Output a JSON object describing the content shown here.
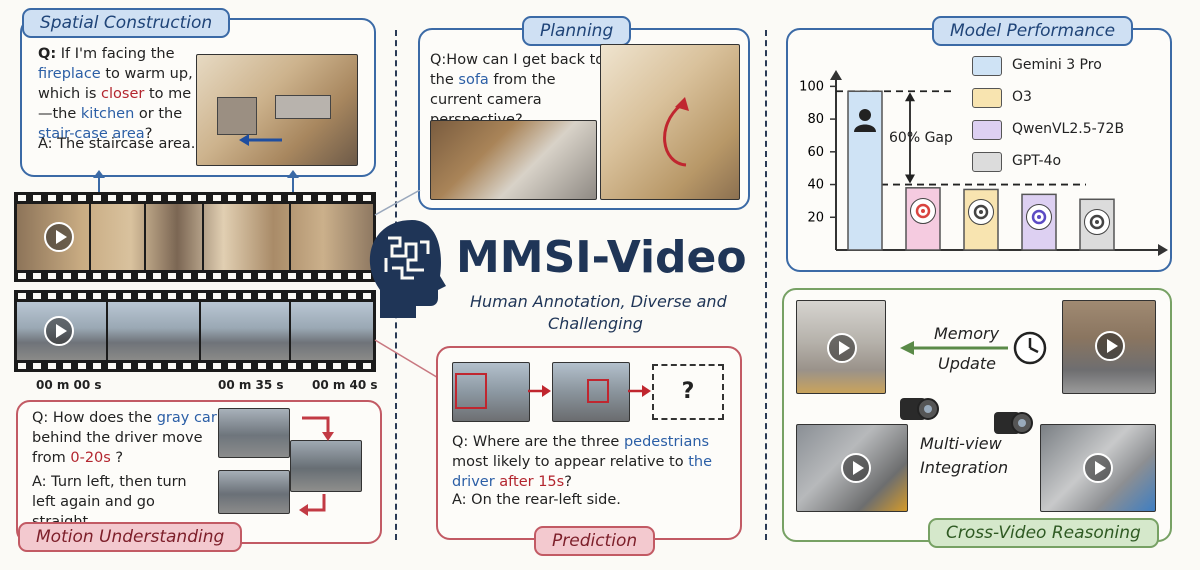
{
  "title": "MMSI-Video",
  "subtitle_line1": "Human Annotation, Diverse and",
  "subtitle_line2": "Challenging",
  "spatial": {
    "label": "Spatial Construction",
    "q_prefix": "Q:",
    "q_parts": [
      "If I'm facing the ",
      "fireplace",
      " to warm up, which is ",
      "closer",
      " to me—the ",
      "kitchen",
      " or the ",
      "stair-case area",
      "?"
    ],
    "a": "A: The staircase area."
  },
  "planning": {
    "label": "Planning",
    "q_parts": [
      "Q:How can I get back to the ",
      "sofa",
      " from the current camera perspective?"
    ]
  },
  "timestamps": [
    "00 m 00 s",
    "00 m 35 s",
    "00 m 40 s"
  ],
  "motion": {
    "label": "Motion Understanding",
    "q_parts": [
      "Q: How does the ",
      "gray car",
      " behind the driver move from ",
      "0-20s",
      " ?"
    ],
    "a": "A: Turn left, then turn left again and go straight."
  },
  "prediction": {
    "label": "Prediction",
    "unknown": "?",
    "q_parts": [
      "Q: Where are the three ",
      "pedestrians",
      " most likely to appear relative to ",
      "the driver",
      " ",
      "after 15s",
      "?"
    ],
    "a": "A: On the rear-left side."
  },
  "performance": {
    "label": "Model Performance",
    "gap_label": "60% Gap",
    "legend": [
      {
        "name": "Gemini 3 Pro",
        "color": "#cfe3f5"
      },
      {
        "name": "O3",
        "color": "#f8e4b0"
      },
      {
        "name": "QwenVL2.5-72B",
        "color": "#ddd0f2"
      },
      {
        "name": "GPT-4o",
        "color": "#dcdcdc"
      }
    ]
  },
  "chart_data": {
    "type": "bar",
    "yticks": [
      20,
      40,
      60,
      80,
      100
    ],
    "ylim": [
      0,
      110
    ],
    "bars": [
      {
        "icon": "person-icon",
        "value": 97,
        "color": "#cfe3f5"
      },
      {
        "icon": "gemini-icon",
        "value": 38,
        "color": "#f5cbe0"
      },
      {
        "icon": "o3-icon",
        "value": 37,
        "color": "#f8e4b0"
      },
      {
        "icon": "qwen-icon",
        "value": 34,
        "color": "#ddd0f2"
      },
      {
        "icon": "gpt-icon",
        "value": 31,
        "color": "#dcdcdc"
      }
    ],
    "reference_lines": [
      97,
      40
    ]
  },
  "crossvideo": {
    "label": "Cross-Video Reasoning",
    "memory_line1": "Memory",
    "memory_line2": "Update",
    "multi_line1": "Multi-view",
    "multi_line2": "Integration"
  }
}
